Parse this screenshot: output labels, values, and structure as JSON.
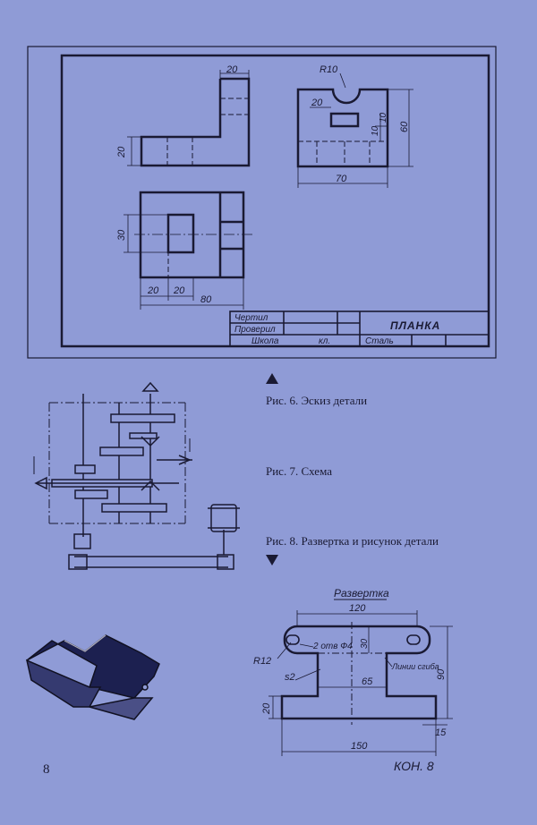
{
  "drawing": {
    "dims": {
      "top_width": "20",
      "left_height": "20",
      "radius": "R10",
      "slot_offset": "20",
      "slot_h1": "10",
      "slot_h2": "10",
      "height": "60",
      "width": "70",
      "plan_height": "30",
      "plan_a": "20",
      "plan_b": "20",
      "plan_total": "80"
    },
    "title_block": {
      "drawn": "Чертил",
      "checked": "Проверил",
      "school": "Школа",
      "class": "кл.",
      "material": "Сталь",
      "part_name": "ПЛАНКА"
    }
  },
  "captions": {
    "fig6": "Рис. 6. Эскиз детали",
    "fig7": "Рис. 7. Схема",
    "fig8": "Рис. 8. Развертка и рисунок детали"
  },
  "development": {
    "title": "Развертка",
    "dims": {
      "total_top": "120",
      "radius": "R12",
      "holes": "2 отв Ф4",
      "height_30": "30",
      "bend_lines": "Линии сгиба",
      "s2": "s2",
      "d65": "65",
      "d90": "90",
      "d20": "20",
      "d15": "15",
      "d150": "150"
    }
  },
  "page_number": "8",
  "code": "КОН. 8"
}
